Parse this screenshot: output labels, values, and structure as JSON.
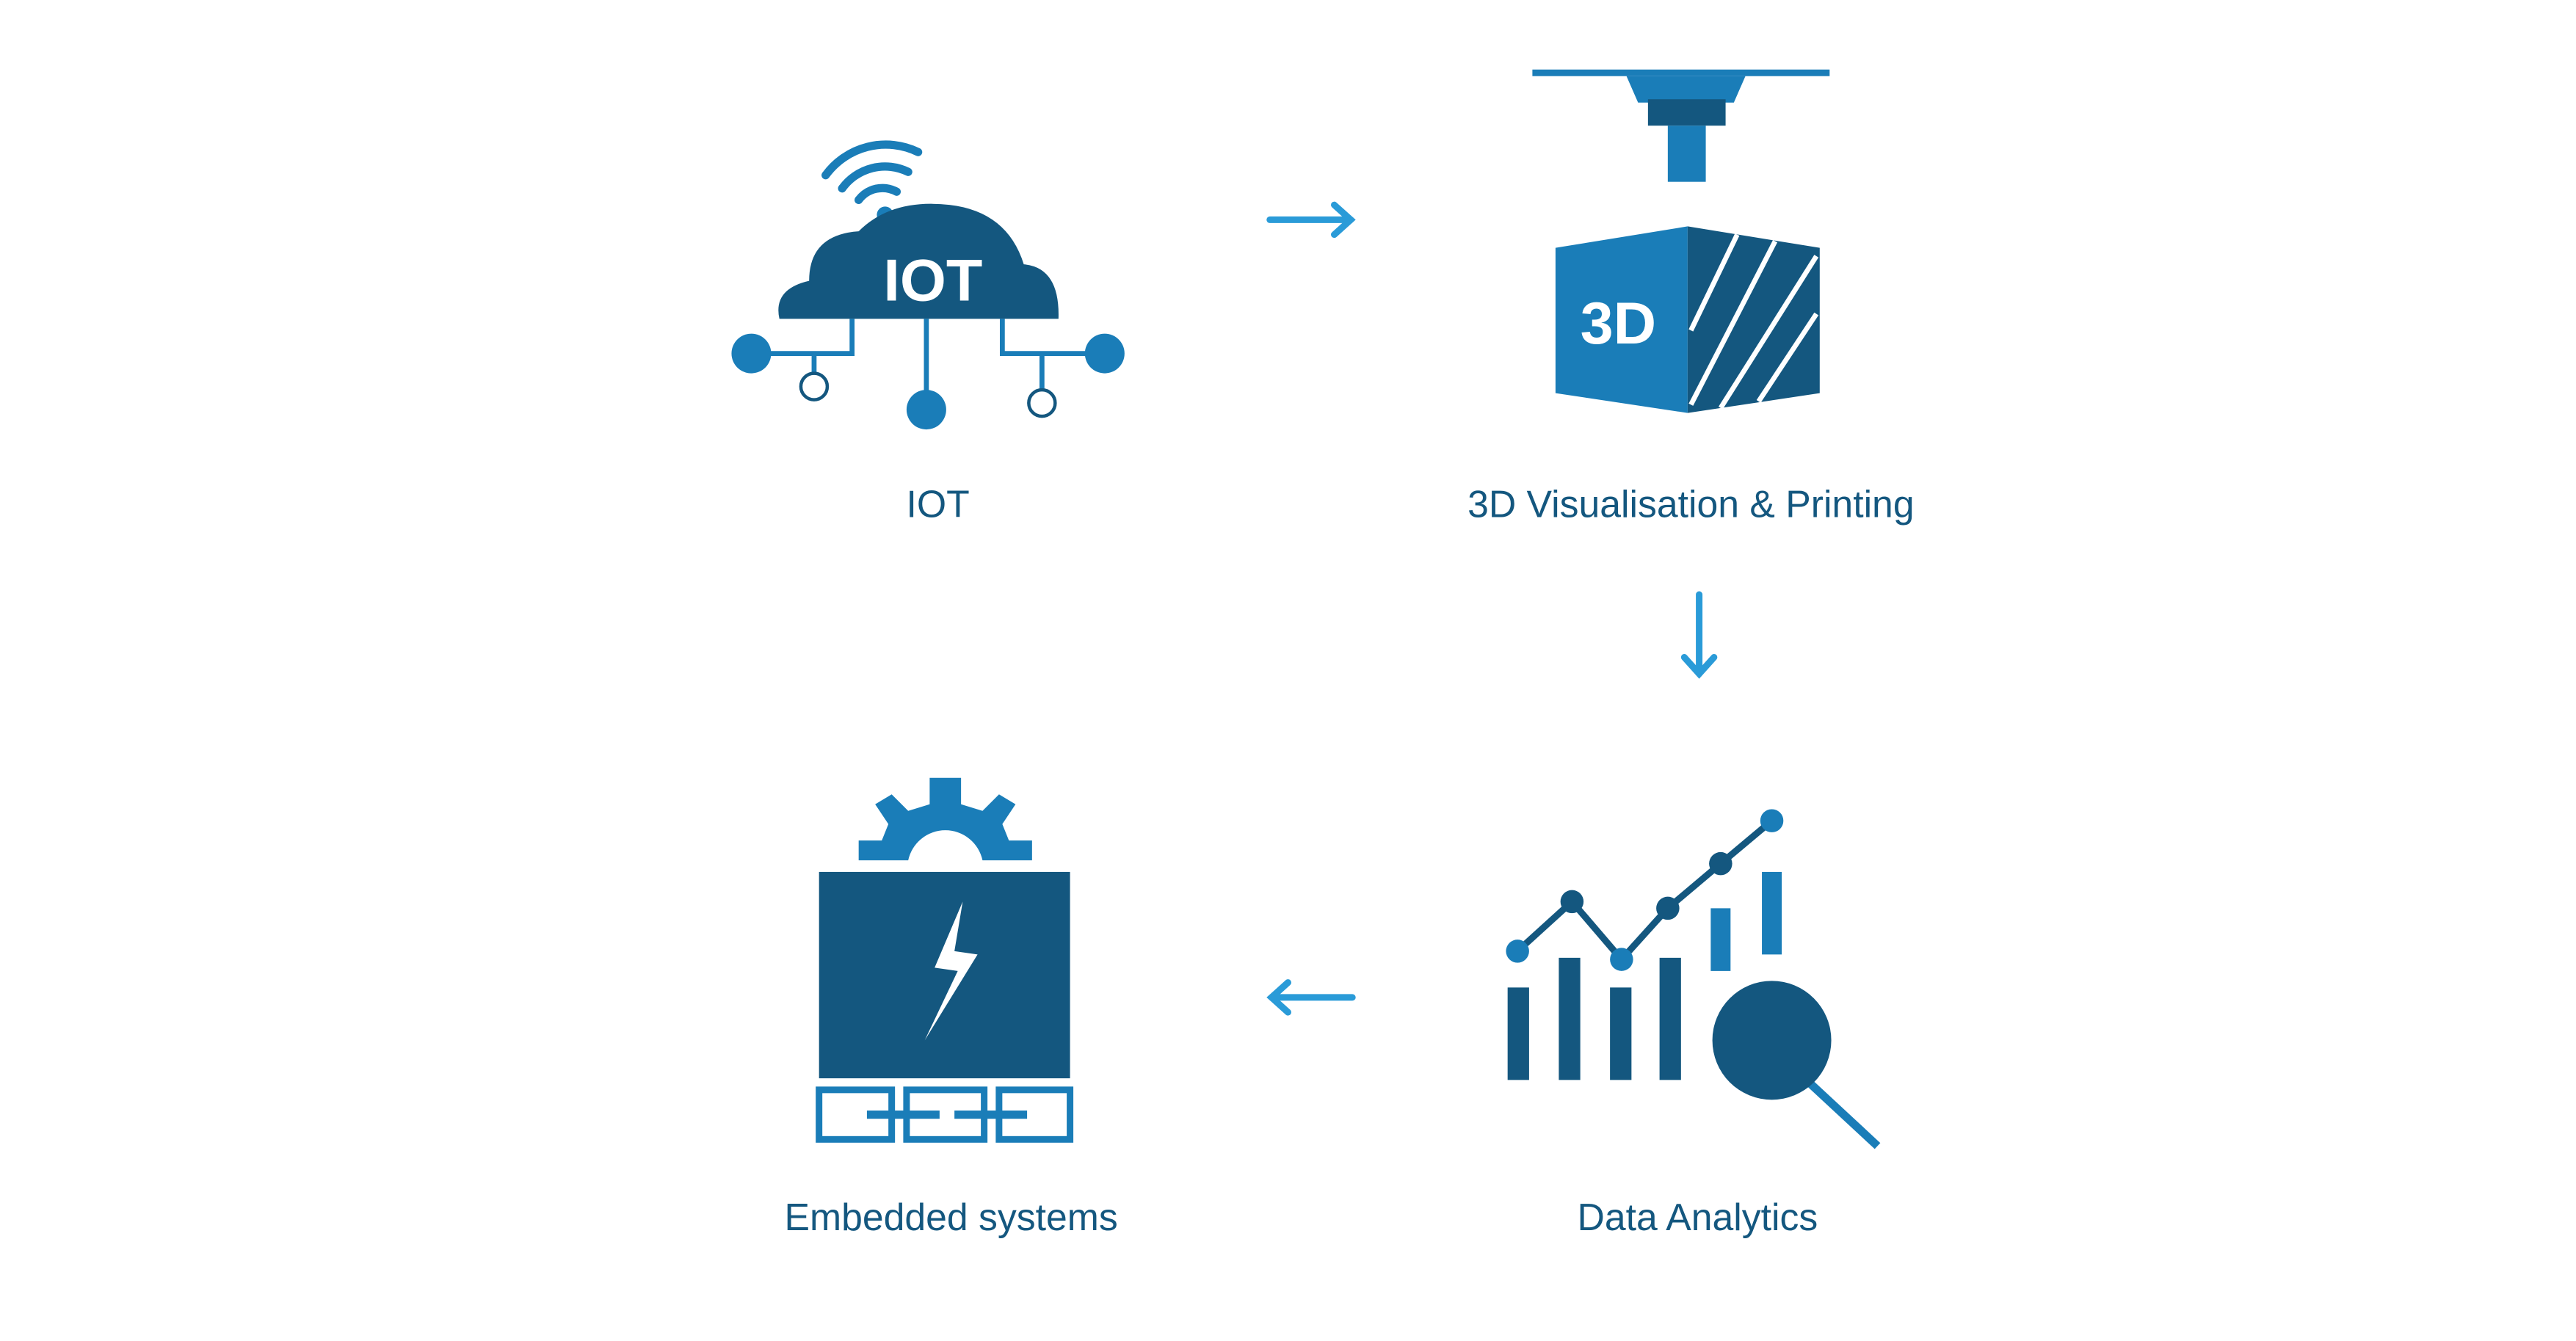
{
  "colors": {
    "dark": "#14577f",
    "light": "#1a7db8",
    "arrow": "#2a9bd8",
    "background": "#ffffff"
  },
  "steps": [
    {
      "label": "IOT",
      "icon": "iot-cloud-icon",
      "icon_text": "IOT"
    },
    {
      "label": "3D Visualisation & Printing",
      "icon": "3d-printer-icon",
      "icon_text": "3D"
    },
    {
      "label": "Data Analytics",
      "icon": "analytics-chart-icon"
    },
    {
      "label": "Embedded systems",
      "icon": "embedded-chip-icon"
    }
  ],
  "flow": [
    "right-arrow",
    "down-arrow",
    "left-arrow"
  ]
}
